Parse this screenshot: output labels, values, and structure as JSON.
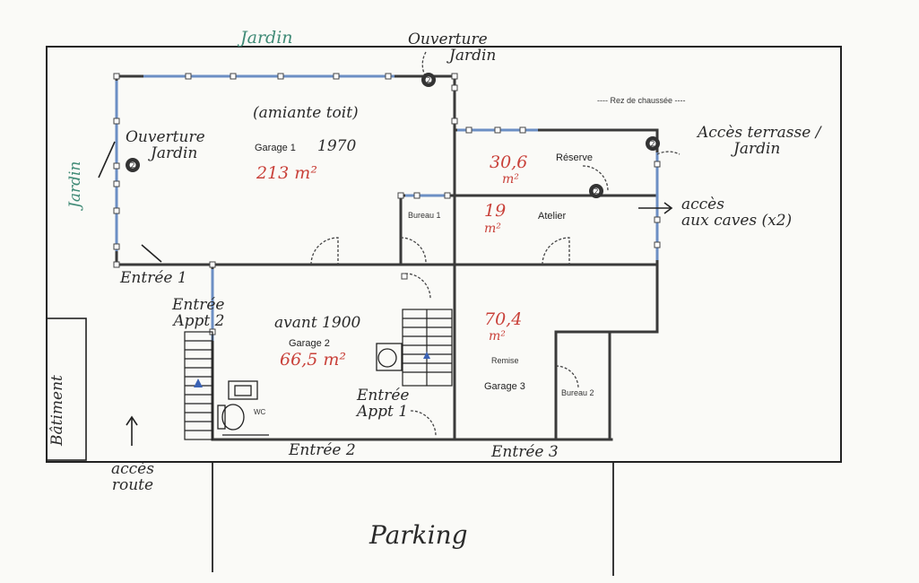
{
  "plan": {
    "level_title": "---- Rez de chaussée ----",
    "outside": {
      "jardin_top": "Jardin",
      "jardin_left": "Jardin",
      "ouverture_top": [
        "Ouverture",
        "Jardin"
      ],
      "acces_terrasse": [
        "Accès terrasse /",
        "Jardin"
      ],
      "acces_caves": [
        "accès",
        "aux caves (x2)"
      ],
      "batiment": "Bâtiment",
      "acces_route": [
        "accès",
        "route"
      ],
      "parking": "Parking"
    },
    "rooms": {
      "garage1": {
        "note": "(amiante toit)",
        "name": "Garage 1",
        "year": "1970",
        "area": "213 m²",
        "ouverture": [
          "Ouverture",
          "Jardin"
        ]
      },
      "reserve": {
        "name": "Réserve",
        "area_num": "30,6",
        "area_unit": "m²"
      },
      "atelier": {
        "name": "Atelier",
        "area_num": "19",
        "area_unit": "m²"
      },
      "bureau1": {
        "name": "Bureau 1"
      },
      "bureau2": {
        "name": "Bureau 2"
      },
      "garage2": {
        "note": "avant 1900",
        "name": "Garage 2",
        "area": "66,5 m²"
      },
      "remise": {
        "area_num": "70,4",
        "area_unit": "m²",
        "name": "Remise",
        "garage": "Garage 3"
      },
      "wc": {
        "name": "WC"
      }
    },
    "entrances": {
      "entree1": "Entrée 1",
      "entree_appt2": [
        "Entrée",
        "Appt 2"
      ],
      "entree_appt1": [
        "Entrée",
        "Appt 1"
      ],
      "entree2": "Entrée 2",
      "entree3": "Entrée 3"
    },
    "markers": [
      "2",
      "2",
      "2",
      "2"
    ]
  }
}
